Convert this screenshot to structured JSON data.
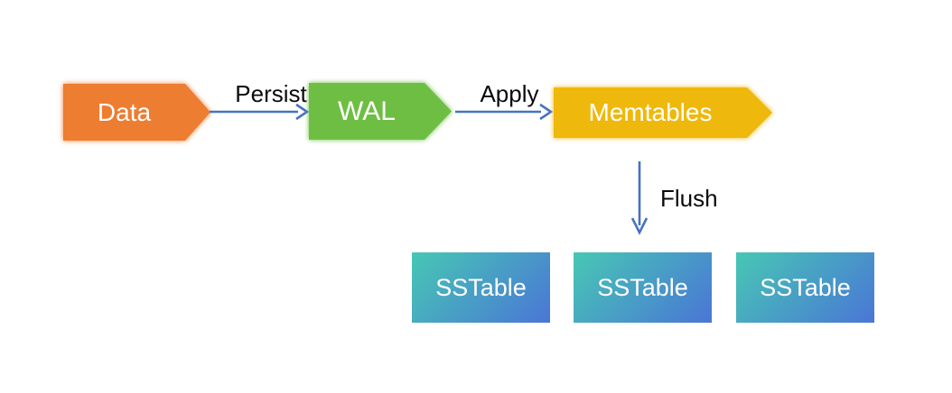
{
  "colors": {
    "background": "#FFFFFF",
    "node-data": "#ED7D31",
    "node-wal": "#6FBE44",
    "node-memtables": "#EFB80C",
    "arrow": "#4472C4",
    "edge-label": "#0B0B0B",
    "node-label": "#FFFFFF",
    "sstable-from": "#47C7B4",
    "sstable-to": "#4A76D6"
  },
  "diagram": {
    "nodes": {
      "data": {
        "label": "Data"
      },
      "wal": {
        "label": "WAL"
      },
      "memtables": {
        "label": "Memtables"
      },
      "sstables": [
        {
          "label": "SSTable"
        },
        {
          "label": "SSTable"
        },
        {
          "label": "SSTable"
        }
      ]
    },
    "edges": {
      "persist": {
        "label": "Persist",
        "from": "data",
        "to": "wal"
      },
      "apply": {
        "label": "Apply",
        "from": "wal",
        "to": "memtables"
      },
      "flush": {
        "label": "Flush",
        "from": "memtables",
        "to": "sstables"
      }
    }
  }
}
